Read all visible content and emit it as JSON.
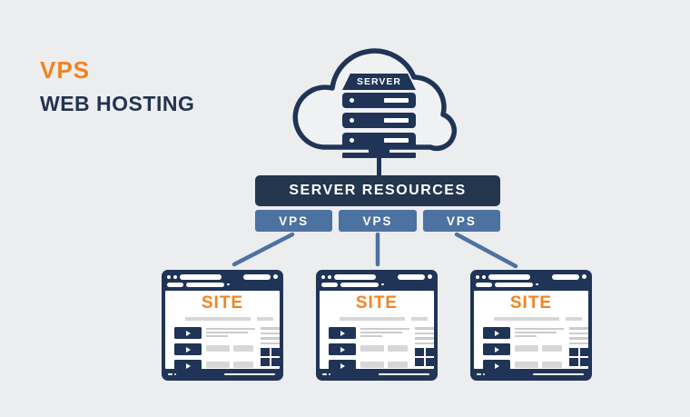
{
  "colors": {
    "background": "#ECEDEE",
    "navy": "#1F3456",
    "navy-dark": "#24364E",
    "steel": "#4C72A1",
    "orange": "#F5821F",
    "bar-gray": "#D6D7D8",
    "line-gray": "#CBCCCE",
    "white": "#FFFFFF",
    "cloud-fill": "#F0F1F2"
  },
  "header": {
    "accent_line": "VPS",
    "title_line": "WEB HOSTING"
  },
  "cloud_server": {
    "label": "SERVER"
  },
  "resources": {
    "label": "SERVER RESOURCES"
  },
  "vps_nodes": [
    {
      "label": "VPS"
    },
    {
      "label": "VPS"
    },
    {
      "label": "VPS"
    }
  ],
  "sites": [
    {
      "title": "SITE"
    },
    {
      "title": "SITE"
    },
    {
      "title": "SITE"
    }
  ]
}
